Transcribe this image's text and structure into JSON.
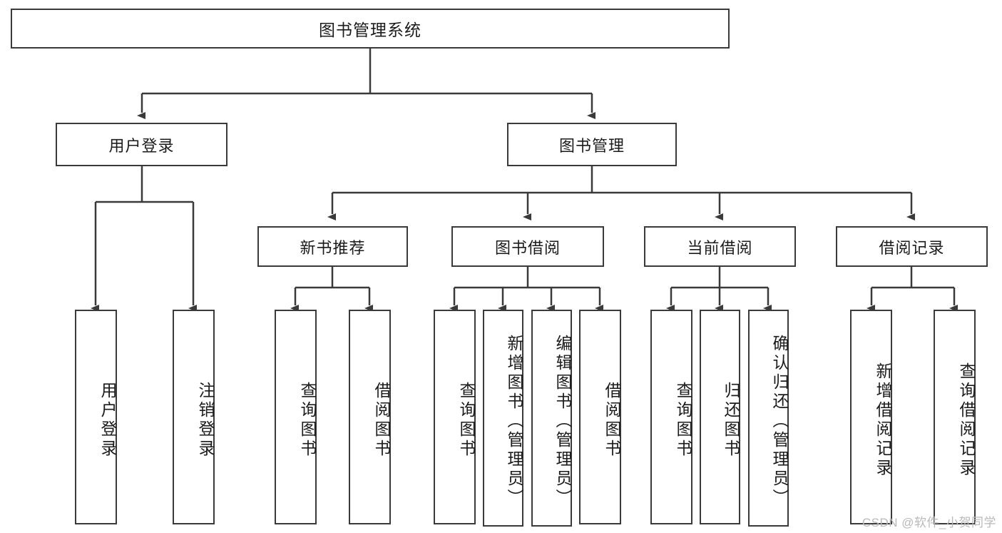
{
  "diagram": {
    "title": "图书管理系统",
    "colors": {
      "stroke": "#3a3a3a",
      "background": "#ffffff",
      "text": "#1b1b1b",
      "watermark": "#b9b9b9"
    },
    "levels": {
      "root": {
        "label": "图书管理系统"
      },
      "level1": [
        {
          "id": "user-login",
          "label": "用户登录"
        },
        {
          "id": "book-manage",
          "label": "图书管理"
        }
      ],
      "level2": [
        {
          "id": "new-book-rec",
          "label": "新书推荐",
          "parent": "book-manage"
        },
        {
          "id": "book-borrow",
          "label": "图书借阅",
          "parent": "book-manage"
        },
        {
          "id": "current-borrow",
          "label": "当前借阅",
          "parent": "book-manage"
        },
        {
          "id": "borrow-record",
          "label": "借阅记录",
          "parent": "book-manage"
        }
      ],
      "leaves": [
        {
          "id": "leaf-user-login",
          "label": "用户登录",
          "parent": "user-login"
        },
        {
          "id": "leaf-user-logout",
          "label": "注销登录",
          "parent": "user-login"
        },
        {
          "id": "leaf-query-book-1",
          "label": "查询图书",
          "parent": "new-book-rec"
        },
        {
          "id": "leaf-borrow-book-1",
          "label": "借阅图书",
          "parent": "new-book-rec"
        },
        {
          "id": "leaf-query-book-2",
          "label": "查询图书",
          "parent": "book-borrow"
        },
        {
          "id": "leaf-add-book",
          "label": "新增图书（管理员）",
          "parent": "book-borrow"
        },
        {
          "id": "leaf-edit-book",
          "label": "编辑图书（管理员）",
          "parent": "book-borrow"
        },
        {
          "id": "leaf-borrow-book-2",
          "label": "借阅图书",
          "parent": "book-borrow"
        },
        {
          "id": "leaf-query-book-3",
          "label": "查询图书",
          "parent": "current-borrow"
        },
        {
          "id": "leaf-return-book",
          "label": "归还图书",
          "parent": "current-borrow"
        },
        {
          "id": "leaf-confirm-return",
          "label": "确认归还（管理员）",
          "parent": "current-borrow"
        },
        {
          "id": "leaf-add-record",
          "label": "新增借阅记录",
          "parent": "borrow-record"
        },
        {
          "id": "leaf-query-record",
          "label": "查询借阅记录",
          "parent": "borrow-record"
        }
      ]
    },
    "watermark": "CSDN @软件_小贺同学"
  }
}
